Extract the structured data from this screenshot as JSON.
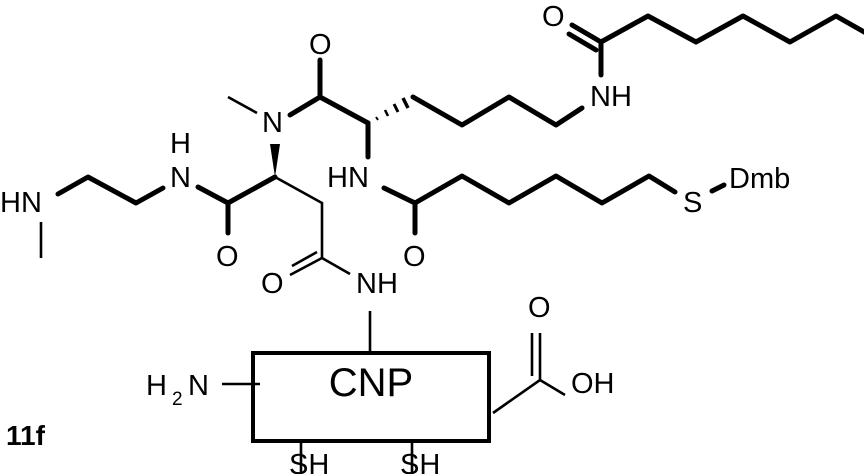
{
  "compound_label": "11f",
  "core_label": "CNP",
  "atoms": {
    "hn_left": "HN",
    "n_amide1": "N",
    "h_amide1": "H",
    "o_amide1": "O",
    "n_methyl": "N",
    "o_top": "O",
    "hn_mid": "HN",
    "o_mid": "O",
    "o_side": "O",
    "nh_side": "NH",
    "nh_lys": "NH",
    "o_lys": "O",
    "s": "S",
    "dmb": "Dmb",
    "h2n_h": "H",
    "h2n_2": "2",
    "h2n_n": "N",
    "o_acid": "O",
    "oh": "OH",
    "sh1": "SH",
    "sh2": "SH"
  },
  "colors": {
    "ink": "#000000",
    "background": "#ffffff"
  }
}
